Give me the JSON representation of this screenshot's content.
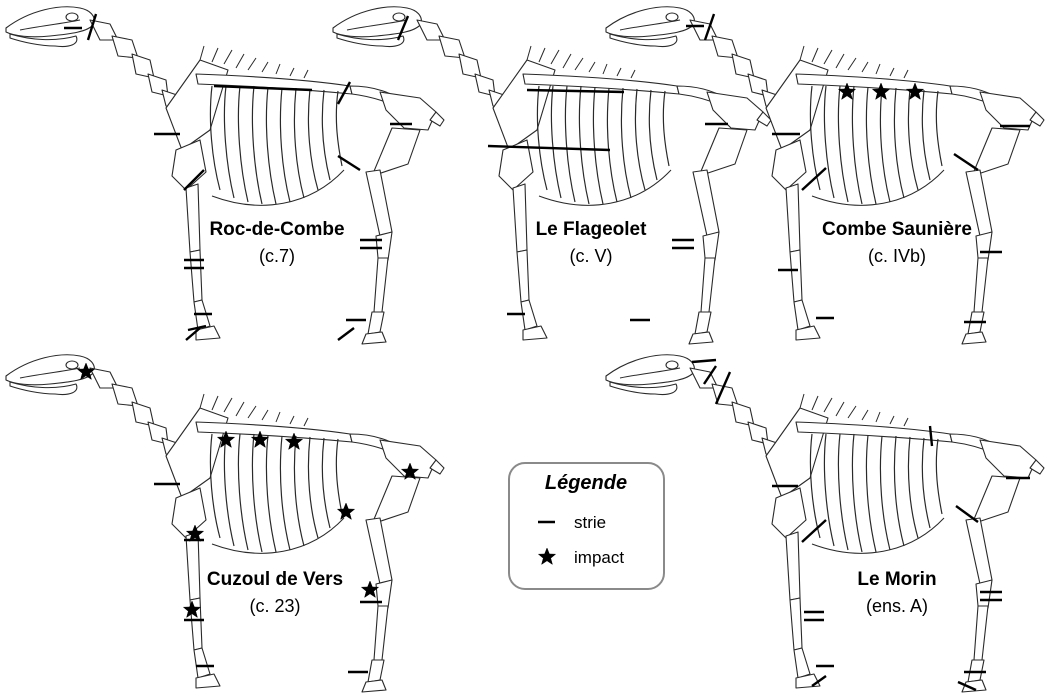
{
  "legend": {
    "title": "Légende",
    "items": [
      {
        "symbol": "strie",
        "label": "strie"
      },
      {
        "symbol": "impact",
        "label": "impact"
      }
    ]
  },
  "skeletons": [
    {
      "id": "roc",
      "name": "Roc-de-Combe",
      "level": "(c.7)"
    },
    {
      "id": "flag",
      "name": "Le Flageolet",
      "level": "(c. V)"
    },
    {
      "id": "combe",
      "name": "Combe Saunière",
      "level": "(c. IVb)"
    },
    {
      "id": "cuzoul",
      "name": "Cuzoul de Vers",
      "level": "(c. 23)"
    },
    {
      "id": "morin",
      "name": "Le Morin",
      "level": "(ens. A)"
    }
  ],
  "colors": {
    "marks": "#000000",
    "bones": "#2a2a2a",
    "legend_border": "#8a8a8a"
  }
}
